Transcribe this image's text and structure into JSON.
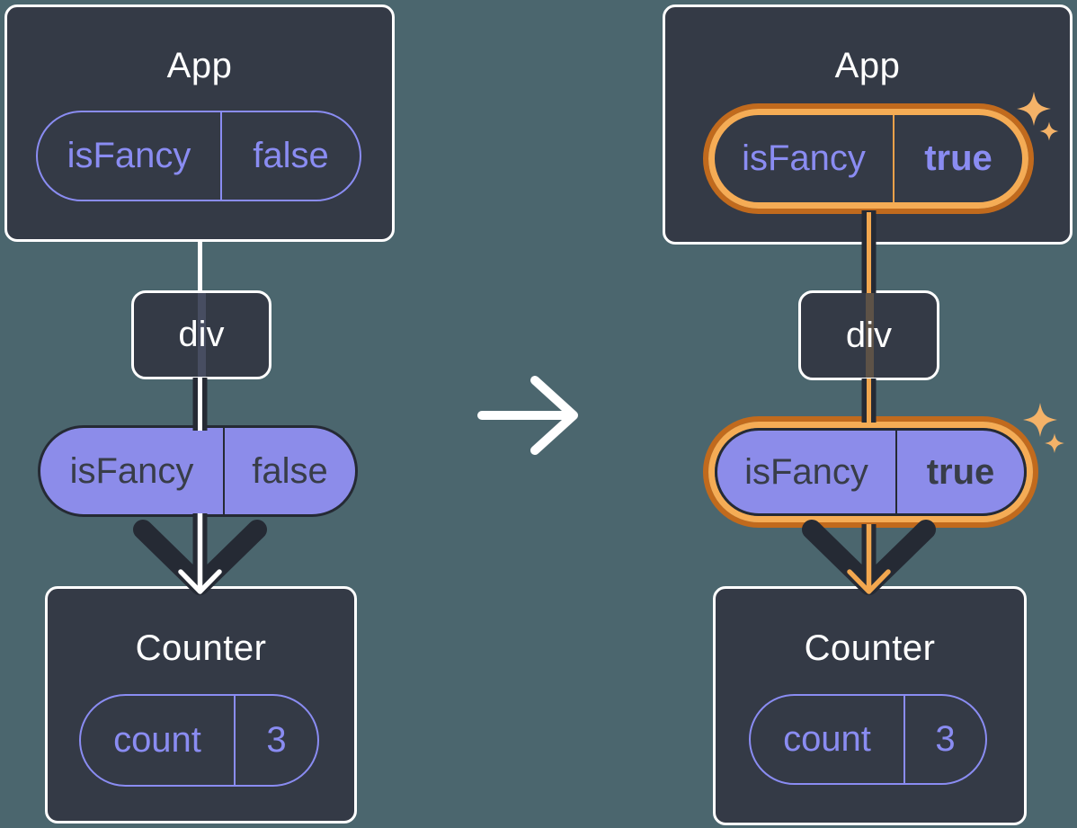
{
  "diagrams": {
    "before": {
      "app": {
        "title": "App",
        "state": {
          "key": "isFancy",
          "value": "false",
          "highlighted": false
        }
      },
      "div": {
        "label": "div"
      },
      "prop": {
        "key": "isFancy",
        "value": "false",
        "highlighted": false
      },
      "counter": {
        "title": "Counter",
        "state": {
          "key": "count",
          "value": "3"
        }
      }
    },
    "after": {
      "app": {
        "title": "App",
        "state": {
          "key": "isFancy",
          "value": "true",
          "highlighted": true
        }
      },
      "div": {
        "label": "div"
      },
      "prop": {
        "key": "isFancy",
        "value": "true",
        "highlighted": true
      },
      "counter": {
        "title": "Counter",
        "state": {
          "key": "count",
          "value": "3"
        }
      }
    }
  },
  "icons": {
    "transition_arrow": "right-arrow-icon",
    "flow_arrow": "down-arrow-icon",
    "sparkles": "sparkle-icon"
  },
  "colors": {
    "background": "#4b666e",
    "node_fill": "#343a46",
    "node_border": "#ffffff",
    "purple": "#8a8cf2",
    "purple_fill": "#8c8cea",
    "dark_ink": "#252a34",
    "orange_dark": "#c16a1d",
    "orange_light": "#f5ac55",
    "orange_arrow": "#f2a74f",
    "sparkle": "#f4b268"
  }
}
